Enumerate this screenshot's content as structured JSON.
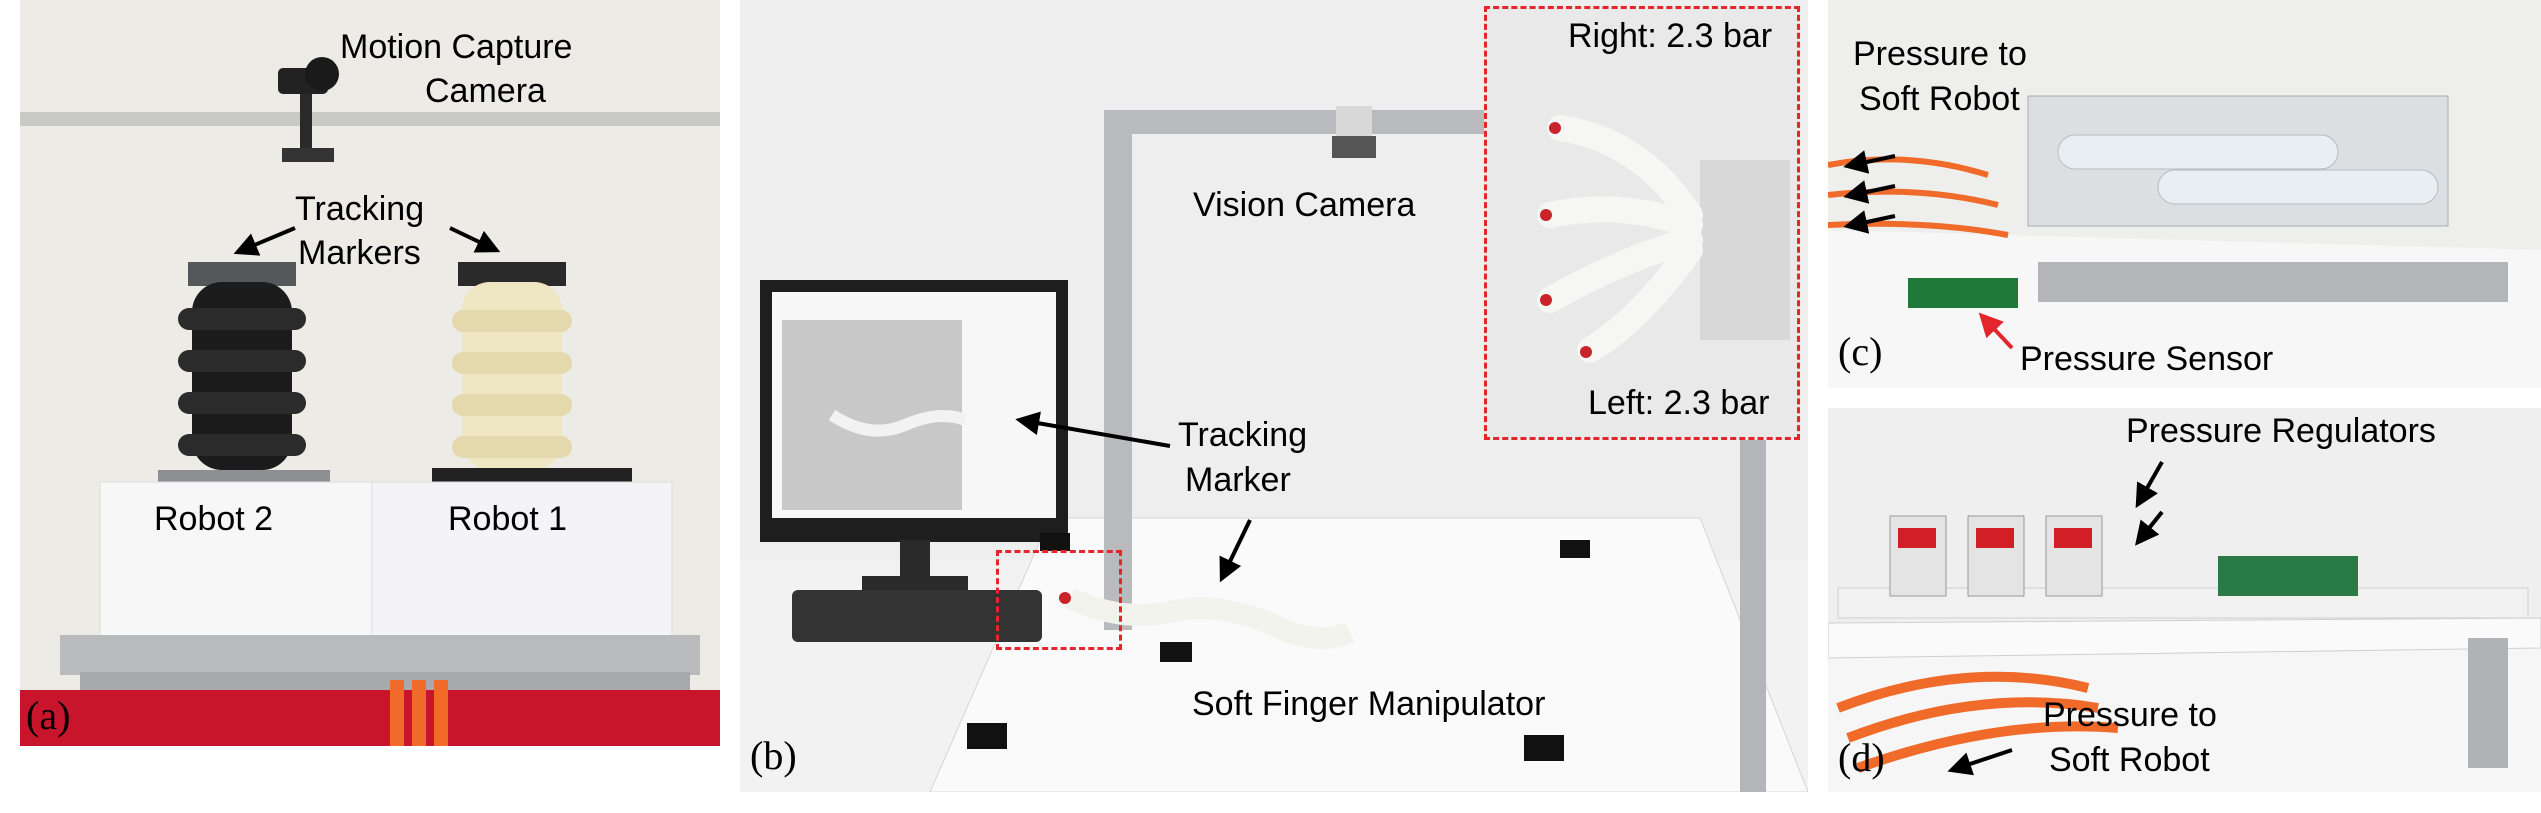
{
  "panel_a": {
    "tag": "(a)",
    "camera_label_1": "Motion Capture",
    "camera_label_2": "Camera",
    "markers_label_1": "Tracking",
    "markers_label_2": "Markers",
    "robot2": "Robot 2",
    "robot1": "Robot 1"
  },
  "panel_b": {
    "tag": "(b)",
    "vision_camera": "Vision Camera",
    "tracking_marker_1": "Tracking",
    "tracking_marker_2": "Marker",
    "manipulator": "Soft Finger Manipulator",
    "right_pressure": "Right: 2.3 bar",
    "left_pressure": "Left: 2.3 bar"
  },
  "panel_c": {
    "tag": "(c)",
    "pressure_to_robot_1": "Pressure to",
    "pressure_to_robot_2": "Soft Robot",
    "pressure_sensor": "Pressure Sensor"
  },
  "panel_d": {
    "tag": "(d)",
    "regulators": "Pressure Regulators",
    "pressure_to_robot_1": "Pressure to",
    "pressure_to_robot_2": "Soft Robot"
  },
  "colors": {
    "highlight": "#e3262b",
    "tube": "#f06a2a"
  }
}
